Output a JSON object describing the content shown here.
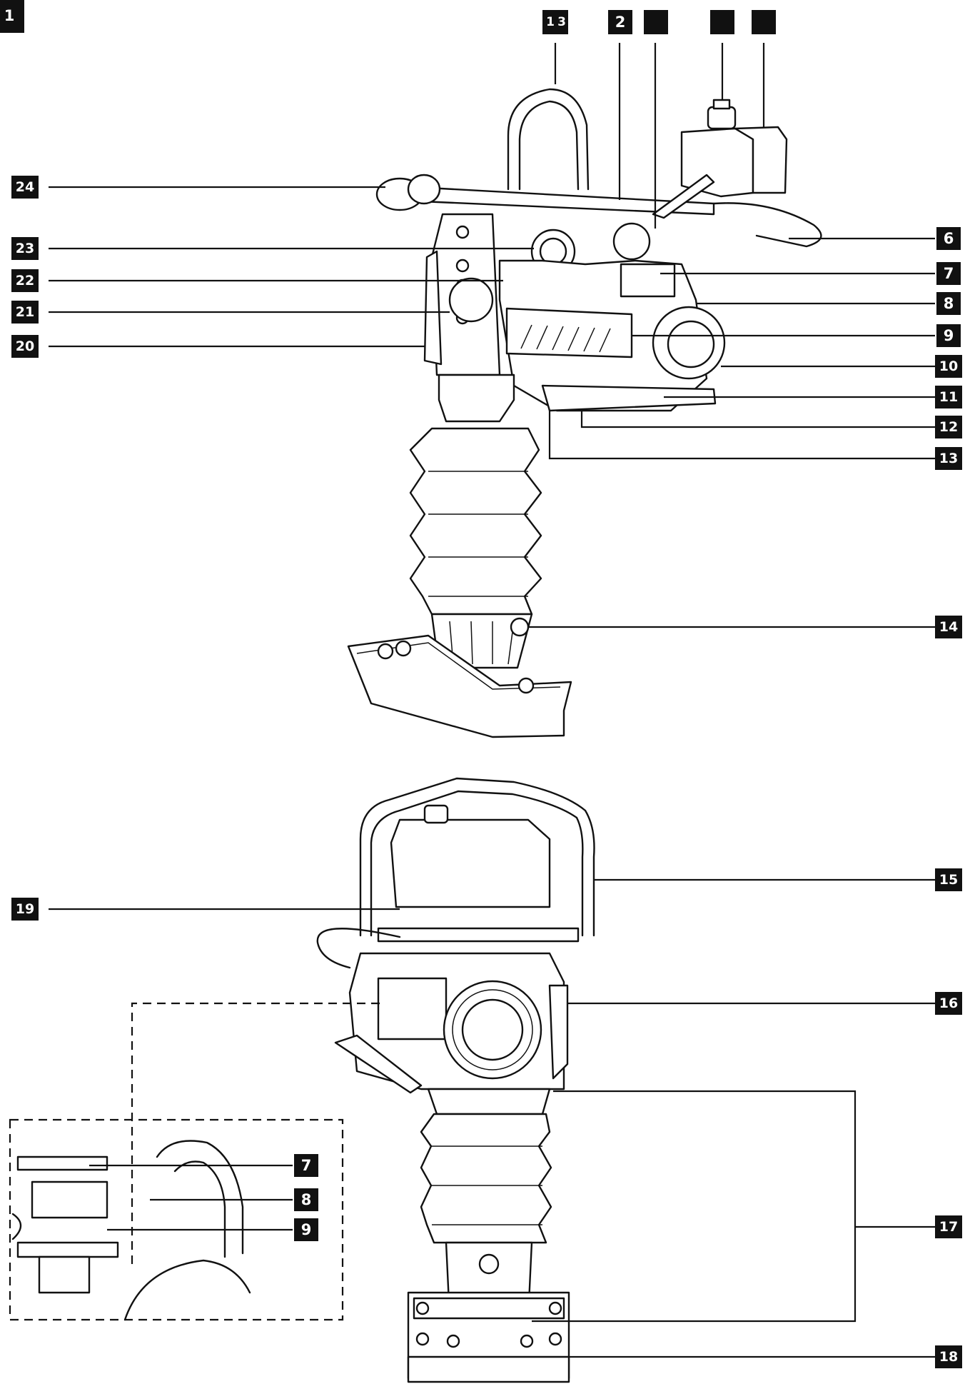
{
  "figure_label": "1",
  "labels": {
    "l1": "1",
    "l3": "3",
    "l2": "2",
    "l4": "",
    "l5": "",
    "l6": "6",
    "l7": "7",
    "l8": "8",
    "l9": "9",
    "l10": "10",
    "l11": "11",
    "l12": "12",
    "l13": "13",
    "l14": "14",
    "l15": "15",
    "l16": "16",
    "l17": "17",
    "l18": "18",
    "l19": "19",
    "l20": "20",
    "l21": "21",
    "l22": "22",
    "l23": "23",
    "l24": "24",
    "d7": "7",
    "d8": "8",
    "d9": "9"
  }
}
